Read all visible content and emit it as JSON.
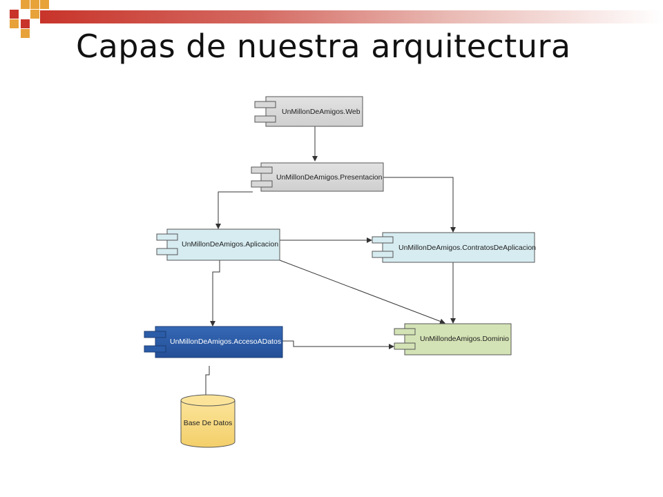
{
  "slide": {
    "title": "Capas de nuestra arquitectura"
  },
  "components": {
    "web": "UnMillonDeAmigos.Web",
    "presentacion": "UnMillonDeAmigos.Presentacion",
    "aplicacion": "UnMillonDeAmigos.Aplicacion",
    "contratos": "UnMillonDeAmigos.ContratosDeAplicacion",
    "acceso_datos": "UnMillonDeAmigos.AccesoADatos",
    "dominio": "UnMillondeAmigos.Dominio",
    "base_datos": "Base De Datos"
  },
  "colors": {
    "accent_red": "#c8342a",
    "accent_orange": "#e8a23a",
    "web_fill": "#d8d8d8",
    "presentacion_fill": "#d8d8d8",
    "aplicacion_fill": "#d6ecf1",
    "contratos_fill": "#d6ecf1",
    "acceso_datos_fill": "#2b5ca8",
    "dominio_fill": "#d4e3b5",
    "base_datos_fill": "#f7d980"
  }
}
